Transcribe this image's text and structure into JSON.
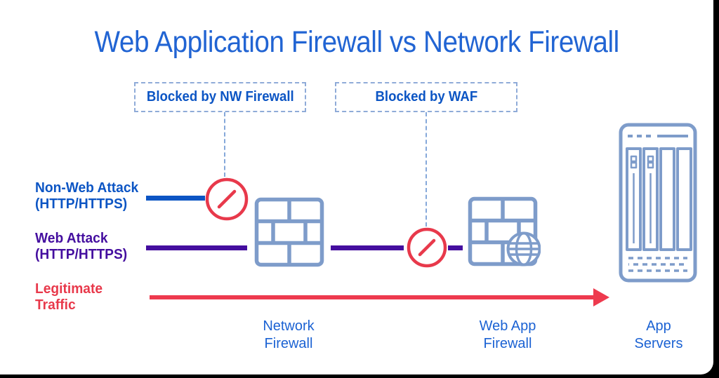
{
  "title": "Web Application Firewall vs Network Firewall",
  "callouts": {
    "nw_firewall": "Blocked by NW Firewall",
    "waf": "Blocked by WAF"
  },
  "lanes": {
    "non_web_attack": {
      "label": "Non-Web Attack\n(HTTP/HTTPS)",
      "color": "#0c55c4"
    },
    "web_attack": {
      "label": "Web Attack\n(HTTP/HTTPS)",
      "color": "#440e9f"
    },
    "legitimate": {
      "label": "Legitimate\nTraffic",
      "color": "#e8394b"
    }
  },
  "nodes": {
    "network_firewall": {
      "label": "Network\nFirewall"
    },
    "web_app_firewall": {
      "label": "Web App\nFirewall"
    },
    "app_servers": {
      "label": "App\nServers"
    }
  },
  "icons": {
    "network_firewall": "brick-wall-firewall-icon",
    "web_app_firewall": "brick-wall-with-globe-icon",
    "app_servers": "server-rack-icon",
    "blocked_nw": "no-entry-icon",
    "blocked_waf": "no-entry-icon"
  },
  "colors": {
    "title_blue": "#2164d3",
    "label_blue": "#0c55c4",
    "attack_purple": "#440e9f",
    "traffic_red": "#ee3a4e",
    "icon_steel_blue": "#7e9cca",
    "dashed_border_blue": "#8fabd8",
    "canvas_background": "#ffffff",
    "frame_background": "#000000"
  }
}
